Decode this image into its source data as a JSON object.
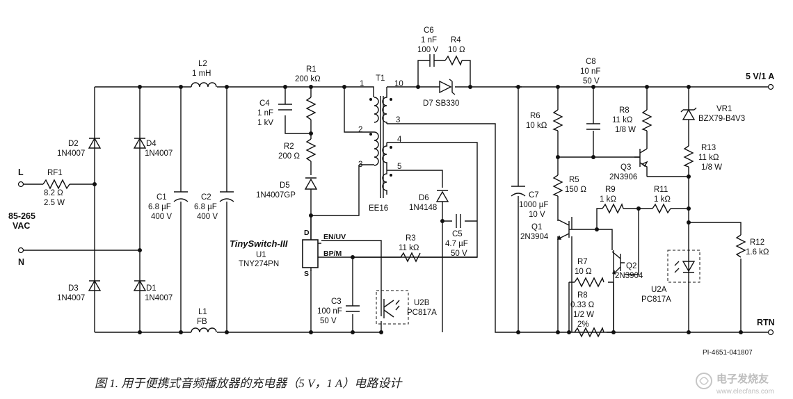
{
  "input": {
    "line": "L",
    "neutral": "N",
    "range": "85-265",
    "unit": "VAC"
  },
  "output": {
    "positive": "5 V/1 A",
    "return": "RTN"
  },
  "components": {
    "RF1": {
      "ref": "RF1",
      "value": "8.2 Ω",
      "rating": "2.5 W"
    },
    "D1": {
      "ref": "D1",
      "part": "1N4007"
    },
    "D2": {
      "ref": "D2",
      "part": "1N4007"
    },
    "D3": {
      "ref": "D3",
      "part": "1N4007"
    },
    "D4": {
      "ref": "D4",
      "part": "1N4007"
    },
    "L1": {
      "ref": "L1",
      "value": "FB"
    },
    "L2": {
      "ref": "L2",
      "value": "1 mH"
    },
    "C1": {
      "ref": "C1",
      "value": "6.8 µF",
      "rating": "400 V"
    },
    "C2": {
      "ref": "C2",
      "value": "6.8 µF",
      "rating": "400 V"
    },
    "R1": {
      "ref": "R1",
      "value": "200 kΩ"
    },
    "C4": {
      "ref": "C4",
      "value": "1 nF",
      "rating": "1 kV"
    },
    "R2": {
      "ref": "R2",
      "value": "200 Ω"
    },
    "D5": {
      "ref": "D5",
      "part": "1N4007GP"
    },
    "T1": {
      "ref": "T1",
      "core": "EE16",
      "pins": [
        "1",
        "2",
        "3",
        "10",
        "3",
        "4",
        "5"
      ]
    },
    "D6": {
      "ref": "D6",
      "part": "1N4148"
    },
    "C5": {
      "ref": "C5",
      "value": "4.7 µF",
      "rating": "50 V"
    },
    "R3": {
      "ref": "R3",
      "value": "11 kΩ"
    },
    "C3": {
      "ref": "C3",
      "value": "100 nF",
      "rating": "50 V"
    },
    "U1": {
      "brand": "TinySwitch-III",
      "ref": "U1",
      "part": "TNY274PN",
      "pin_d": "D",
      "pin_s": "S",
      "pin_en": "EN/UV",
      "pin_bp": "BP/M"
    },
    "U2B": {
      "ref": "U2B",
      "part": "PC817A"
    },
    "C6": {
      "ref": "C6",
      "value": "1 nF",
      "rating": "100 V"
    },
    "R4": {
      "ref": "R4",
      "value": "10 Ω"
    },
    "D7": {
      "ref": "D7 SB330"
    },
    "C7": {
      "ref": "C7",
      "value": "1000 µF",
      "rating": "10 V"
    },
    "C8": {
      "ref": "C8",
      "value": "10 nF",
      "rating": "50 V"
    },
    "R6": {
      "ref": "R6",
      "value": "10 kΩ"
    },
    "R5": {
      "ref": "R5",
      "value": "150 Ω"
    },
    "R8a": {
      "ref": "R8",
      "value": "11 kΩ",
      "rating": "1/8 W"
    },
    "Q3": {
      "ref": "Q3",
      "part": "2N3906"
    },
    "VR1": {
      "ref": "VR1",
      "part": "BZX79-B4V3"
    },
    "R13": {
      "ref": "R13",
      "value": "11 kΩ",
      "rating": "1/8 W"
    },
    "R9": {
      "ref": "R9",
      "value": "1 kΩ"
    },
    "R11": {
      "ref": "R11",
      "value": "1 kΩ"
    },
    "Q1": {
      "ref": "Q1",
      "part": "2N3904"
    },
    "Q2": {
      "ref": "Q2",
      "part": "2N3904"
    },
    "R7": {
      "ref": "R7",
      "value": "10 Ω"
    },
    "R8b": {
      "ref": "R8",
      "value": "0.33 Ω",
      "rating": "1/2 W",
      "tol": "2%"
    },
    "U2A": {
      "ref": "U2A",
      "part": "PC817A"
    },
    "R12": {
      "ref": "R12",
      "value": "1.6 kΩ"
    }
  },
  "doc_id": "PI-4651-041807",
  "caption": "图 1. 用于便携式音频播放器的充电器（5 V，1 A）电路设计",
  "watermark": {
    "text": "电子发烧友",
    "url": "www.elecfans.com"
  }
}
